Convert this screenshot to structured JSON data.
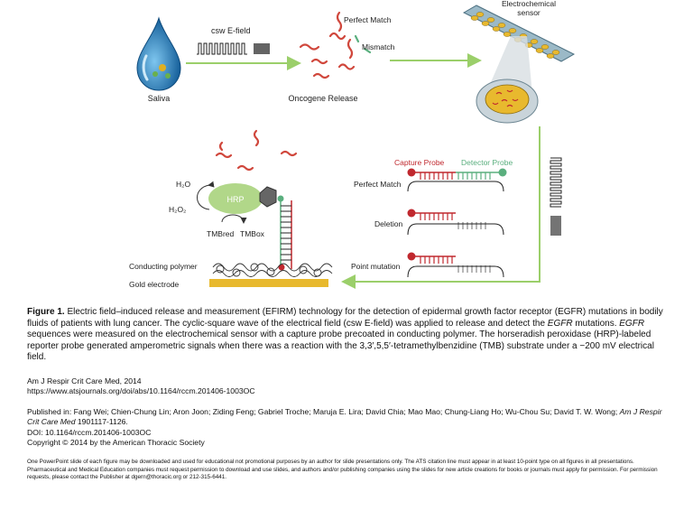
{
  "diagram": {
    "saliva_label": "Saliva",
    "csw_label": "csw E-field",
    "perfect_match_legend": "Perfect Match",
    "mismatch_legend": "Mismatch",
    "oncogene_label": "Oncogene Release",
    "sensor_label_line1": "Electrochemical",
    "sensor_label_line2": "sensor",
    "h2o_label": "H₂O",
    "h2o2_label": "H₂O₂",
    "hrp_label": "HRP",
    "tmb_red_label": "TMBred",
    "tmb_ox_label": "TMBox",
    "conducting_polymer_label": "Conducting polymer",
    "gold_electrode_label": "Gold electrode",
    "capture_probe_label": "Capture Probe",
    "detector_probe_label": "Detector Probe",
    "perfect_match_label": "Perfect Match",
    "deletion_label": "Deletion",
    "point_mutation_label": "Point mutation",
    "colors": {
      "arrow_green": "#9bcf6a",
      "capture_red": "#c0282e",
      "detector_green": "#5aaf7e",
      "drop_blue": "#1c74b5",
      "gold": "#e8b92e",
      "hrp_green": "#a9d37c"
    }
  },
  "caption": {
    "figure_label": "Figure 1.",
    "text_part1": " Electric field–induced release and measurement (EFIRM) technology for the detection of epidermal growth factor receptor (EGFR) mutations in bodily fluids of patients with lung cancer. The cyclic-square wave of the electrical field (csw E-field) was applied to release and detect the ",
    "egfr_1": "EGFR",
    "text_part2": " mutations. ",
    "egfr_2": "EGFR",
    "text_part3": " sequences were measured on the electrochemical sensor with a capture probe precoated in conducting polymer. The horseradish peroxidase (HRP)-labeled reporter probe generated amperometric signals when there was a reaction with the 3,3′,5,5′-tetramethylbenzidine (TMB) substrate under a −200 mV electrical field."
  },
  "citation": {
    "journal_line": "Am J Respir Crit Care Med, 2014",
    "url_line": "https://www.atsjournals.org/doi/abs/10.1164/rccm.201406-1003OC"
  },
  "publication": {
    "published_prefix": "Published in: Fang Wei; Chien-Chung Lin; Aron Joon; Ziding Feng; Gabriel Troche; Maruja E. Lira; David Chia; Mao Mao; Chung-Liang Ho; Wu-Chou Su; David T. W. Wong; ",
    "journal_italic": "Am J Respir Crit Care Med",
    "pages": "  1901117-1126.",
    "doi_line": "DOI: 10.1164/rccm.201406-1003OC",
    "copyright_line": "Copyright © 2014 by the American Thoracic Society"
  },
  "fineprint": "One PowerPoint slide of each figure may be downloaded and used for educational not promotional purposes by an author for slide presentations only. The ATS citation line must appear in at least 10-point type on all figures in all presentations. Pharmaceutical and Medical Education companies must request permission to download and use slides, and authors and/or publishing companies using the slides for new article creations for books or journals must apply for permission. For permission requests, please contact the Publisher at dgern@thoracic.org or 212-315-6441."
}
